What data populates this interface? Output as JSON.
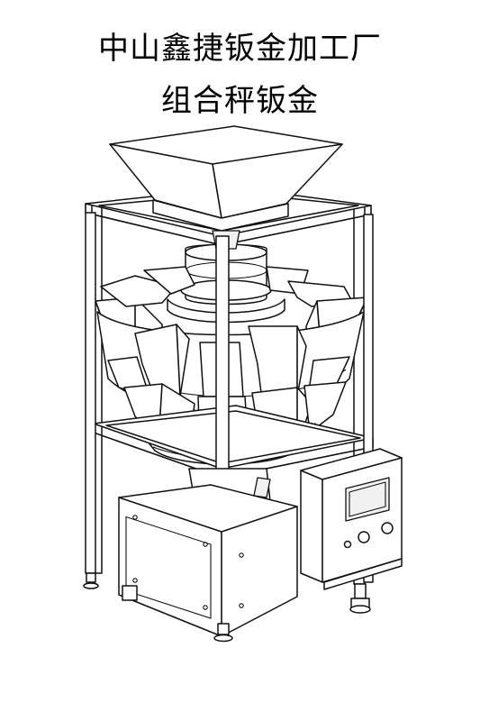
{
  "title_lines": [
    "中山鑫捷钣金加工厂",
    "组合秤钣金"
  ],
  "illustration": {
    "icon": "multihead-weigher-line-drawing",
    "line_color": "#111111",
    "background": "#ffffff"
  }
}
